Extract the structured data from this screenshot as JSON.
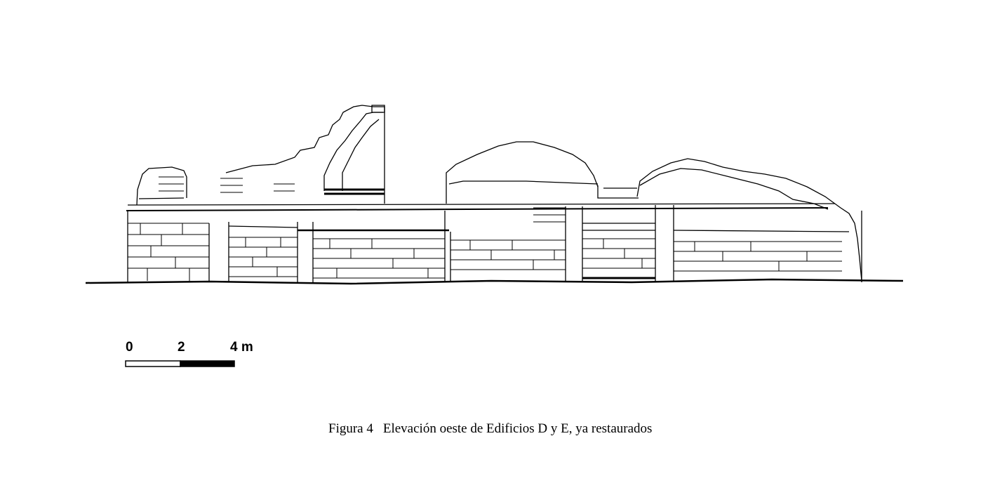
{
  "figure": {
    "number_label": "Figura 4",
    "title": "Elevación oeste de Edificios D y E, ya restaurados"
  },
  "scale_bar": {
    "unit": "m",
    "labels": [
      "0",
      "2",
      "4 m"
    ]
  },
  "colors": {
    "ink": "#000000",
    "paper": "#ffffff"
  }
}
